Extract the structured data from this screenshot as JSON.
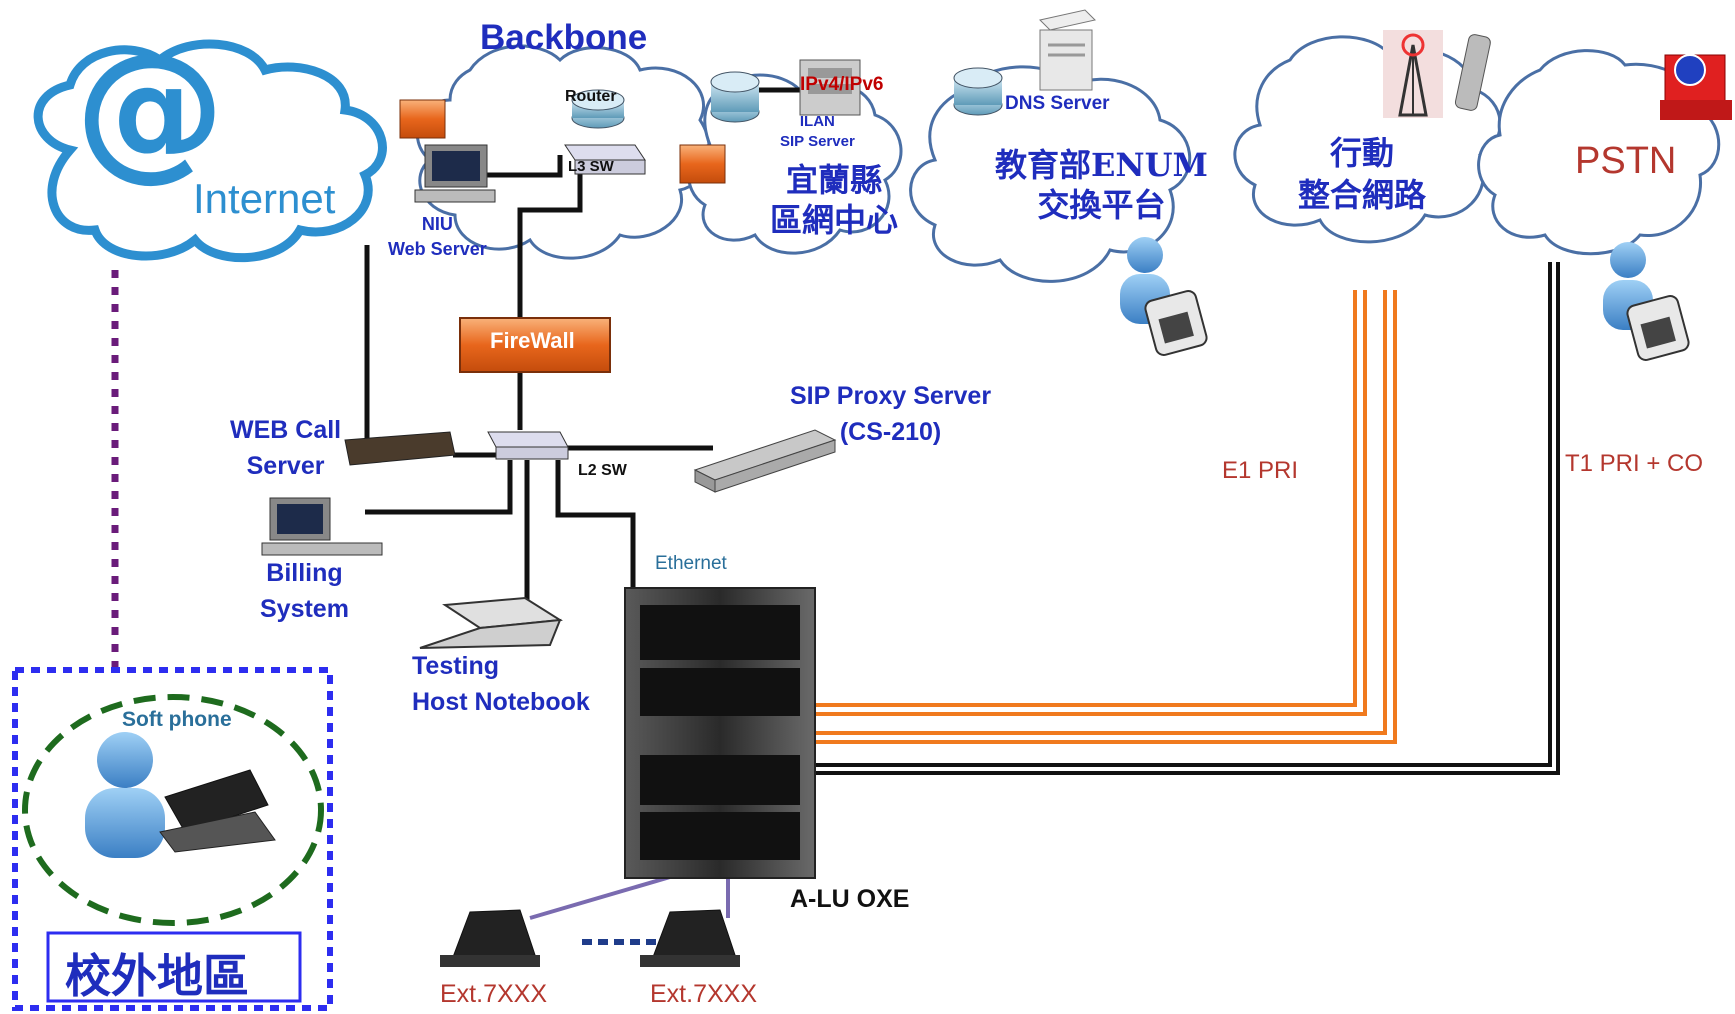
{
  "labels": {
    "backbone": "Backbone",
    "internet": "Internet",
    "router": "Router",
    "l3sw": "L3 SW",
    "niu_web_server": "NIU\nWeb Server",
    "ipv4ipv6": "IPv4/IPv6",
    "ilan_sip_server": "ILAN\nSIP Server",
    "dns_server": "DNS Server",
    "yilan_center": "宜蘭縣\n區網中心",
    "enum_platform": "教育部ENUM\n交換平台",
    "mobile_network": "行動\n整合網路",
    "pstn": "PSTN",
    "firewall": "FireWall",
    "sip_proxy": "SIP Proxy Server\n(CS-210)",
    "web_call_server": "WEB Call\nServer",
    "l2sw": "L2 SW",
    "billing": "Billing\nSystem",
    "testing": "Testing\nHost Notebook",
    "ethernet": "Ethernet",
    "e1pri": "E1 PRI",
    "t1pri": "T1 PRI + CO",
    "alu_oxe": "A-LU OXE",
    "softphone": "Soft phone",
    "offcampus": "校外地區",
    "ext1": "Ext.7XXX",
    "ext2": "Ext.7XXX"
  },
  "colors": {
    "cloud_fill": "#ffffff",
    "cloud_stroke": "#2d8fd0",
    "label_blue": "#1f2dbd",
    "label_red": "#b4372e",
    "e1_orange": "#f07a1e",
    "dashed_purple": "#6a1b7a",
    "dashed_blue": "#2d2df0",
    "dashed_green": "#1e6b1e"
  }
}
